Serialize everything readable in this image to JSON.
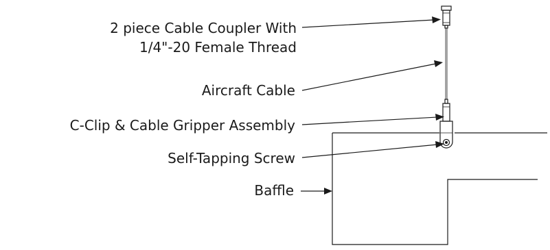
{
  "callouts": {
    "coupler_line1": "2 piece Cable Coupler With",
    "coupler_line2": "1/4\"-20 Female Thread",
    "aircraft_cable": "Aircraft Cable",
    "c_clip": "C-Clip & Cable Gripper Assembly",
    "screw": "Self-Tapping Screw",
    "baffle": "Baffle"
  },
  "colors": {
    "line": "#1a1a1a",
    "background": "#ffffff"
  }
}
